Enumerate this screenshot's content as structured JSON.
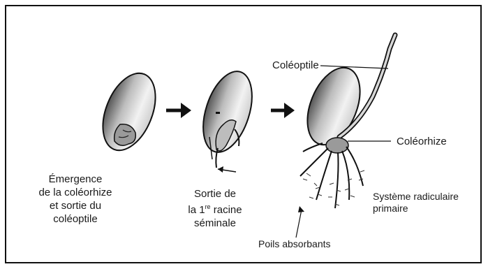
{
  "stages": [
    {
      "caption_lines": [
        "Émergence",
        "de la coléorhize",
        "et sortie du",
        "coléoptile"
      ]
    },
    {
      "caption_lines": [
        "Sortie de",
        "la 1",
        "re",
        " racine",
        "séminale"
      ]
    },
    {
      "labels": {
        "coleoptile": "Coléoptile",
        "coleorhize": "Coléorhize",
        "root_system_line1": "Système radiculaire",
        "root_system_line2": "primaire",
        "root_hairs": "Poils absorbants"
      }
    }
  ],
  "colors": {
    "ink": "#111111",
    "seed_fill": "#e9e9e9",
    "shade": "#8a8a8a"
  }
}
